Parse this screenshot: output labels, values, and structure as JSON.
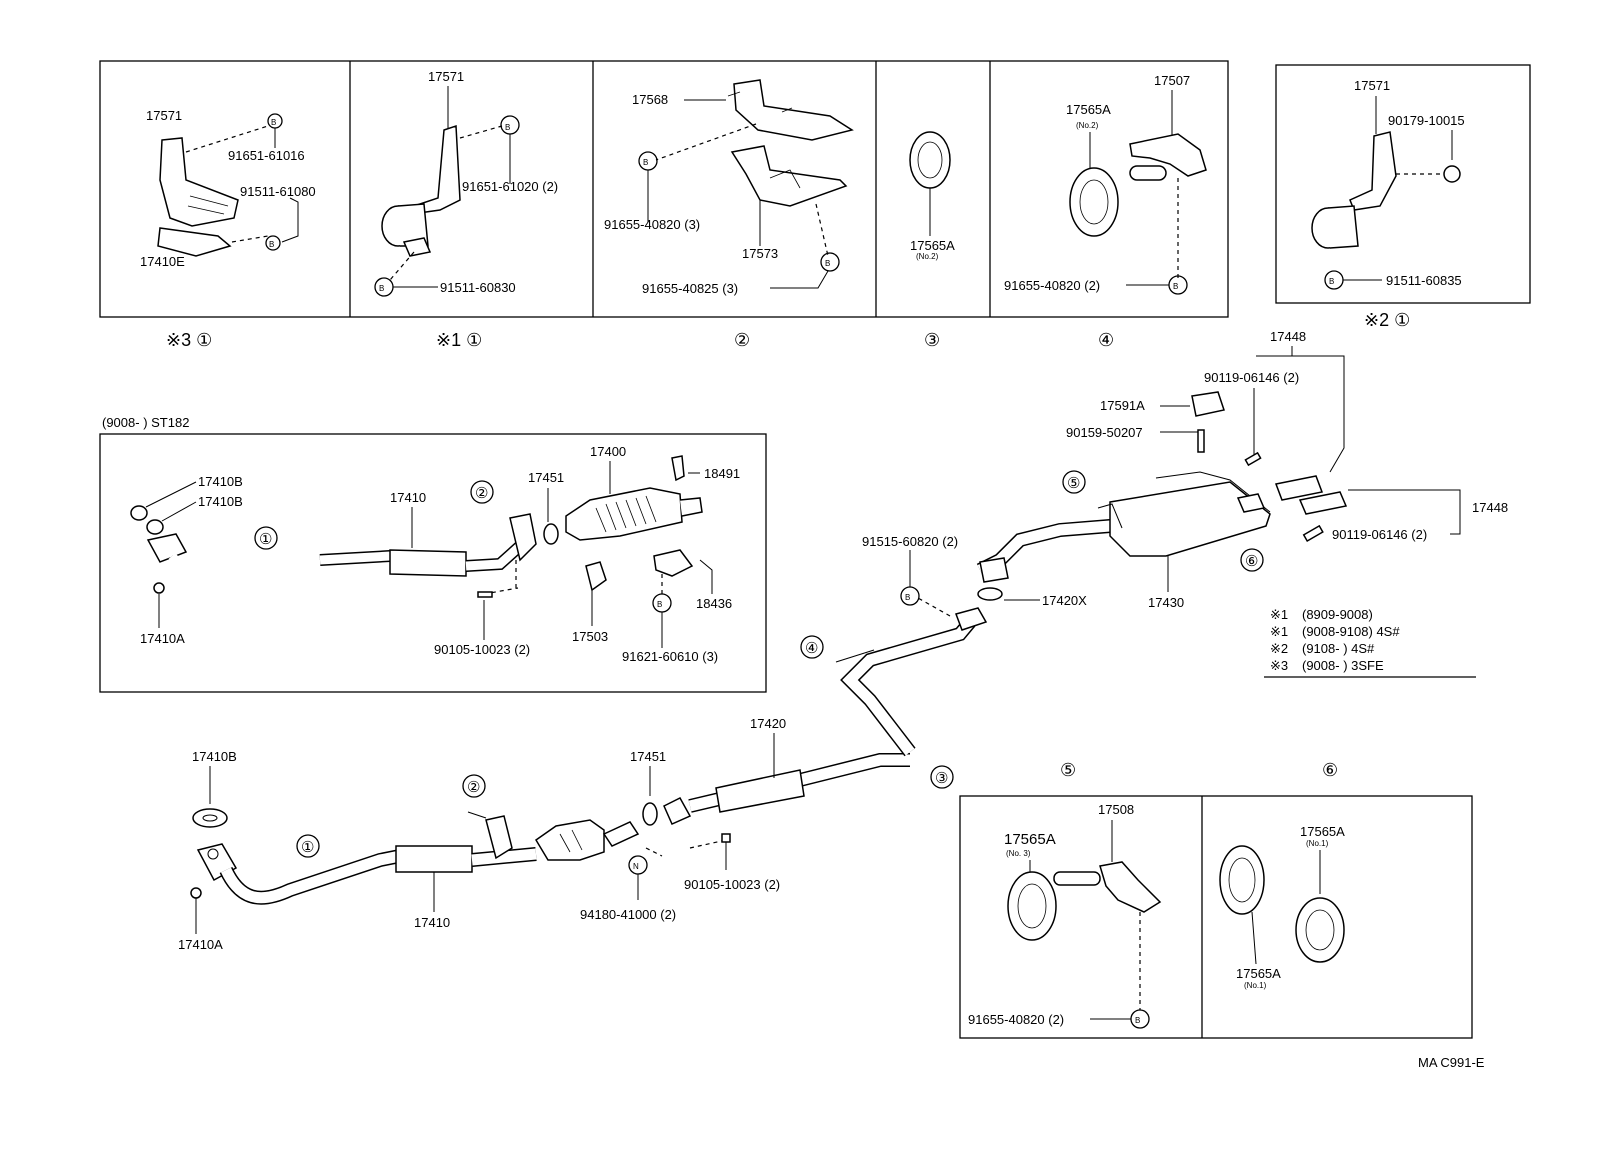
{
  "boxes": {
    "b1": {
      "l1": "17571",
      "l2": "91651-61016",
      "l3": "91511-61080",
      "l4": "17410E",
      "b": "B"
    },
    "b2": {
      "l1": "17571",
      "l2": "91651-61020 (2)",
      "l3": "91511-60830",
      "b": "B"
    },
    "b3": {
      "l1": "17568",
      "l2": "91655-40820 (3)",
      "l3": "17573",
      "l4": "91655-40825 (3)",
      "b": "B"
    },
    "b4": {
      "l1": "17565A",
      "l2": "(No.2)"
    },
    "b5": {
      "l1": "17565A",
      "l2": "(No.2)",
      "l3": "17507",
      "l4": "91655-40820 (2)",
      "b": "B"
    },
    "b6": {
      "l1": "17571",
      "l2": "90179-10015",
      "l3": "91511-60835",
      "b": "B"
    }
  },
  "captions": {
    "c1": "※3 ①",
    "c2": "※1 ①",
    "c3": "②",
    "c4": "③",
    "c5": "④",
    "c6": "※2 ①"
  },
  "st182": {
    "header": "(9008-        ) ST182",
    "l_17410B_a": "17410B",
    "l_17410B_b": "17410B",
    "l_17410A": "17410A",
    "n1": "①",
    "l_17410": "17410",
    "n2": "②",
    "l_17451": "17451",
    "l_17400": "17400",
    "l_18491": "18491",
    "l_18436": "18436",
    "l_17503": "17503",
    "l_90105": "90105-10023 (2)",
    "l_91621": "91621-60610 (3)",
    "b": "B"
  },
  "main": {
    "l_17410B": "17410B",
    "l_17410A": "17410A",
    "n1": "①",
    "l_17410": "17410",
    "n2": "②",
    "l_17451": "17451",
    "l_17420": "17420",
    "n3": "③",
    "n4": "④",
    "l_90105": "90105-10023 (2)",
    "l_94180": "94180-41000 (2)",
    "nut": "N",
    "l_91515": "91515-60820 (2)",
    "l_17420X": "17420X",
    "n5": "⑤",
    "n6": "⑥",
    "l_17430": "17430",
    "l_17448a": "17448",
    "l_90119a": "90119-06146 (2)",
    "l_17591A": "17591A",
    "l_90159": "90159-50207",
    "l_17448b": "17448",
    "l_90119b": "90119-06146 (2)",
    "b": "B"
  },
  "notes": [
    {
      "mark": "※1",
      "text": "(8909-9008)"
    },
    {
      "mark": "※1",
      "text": "(9008-9108) 4S#"
    },
    {
      "mark": "※2",
      "text": "(9108-         ) 4S#"
    },
    {
      "mark": "※3",
      "text": "(9008-         ) 3SFE"
    }
  ],
  "box5": {
    "n": "⑤",
    "l1": "17565A",
    "l2": "(No. 3)",
    "l3": "17508",
    "l4": "91655-40820 (2)",
    "b": "B"
  },
  "box6": {
    "n": "⑥",
    "l1": "17565A",
    "l2": "(No.1)",
    "l3": "17565A",
    "l4": "(No.1)"
  },
  "code": "MA C991-E"
}
